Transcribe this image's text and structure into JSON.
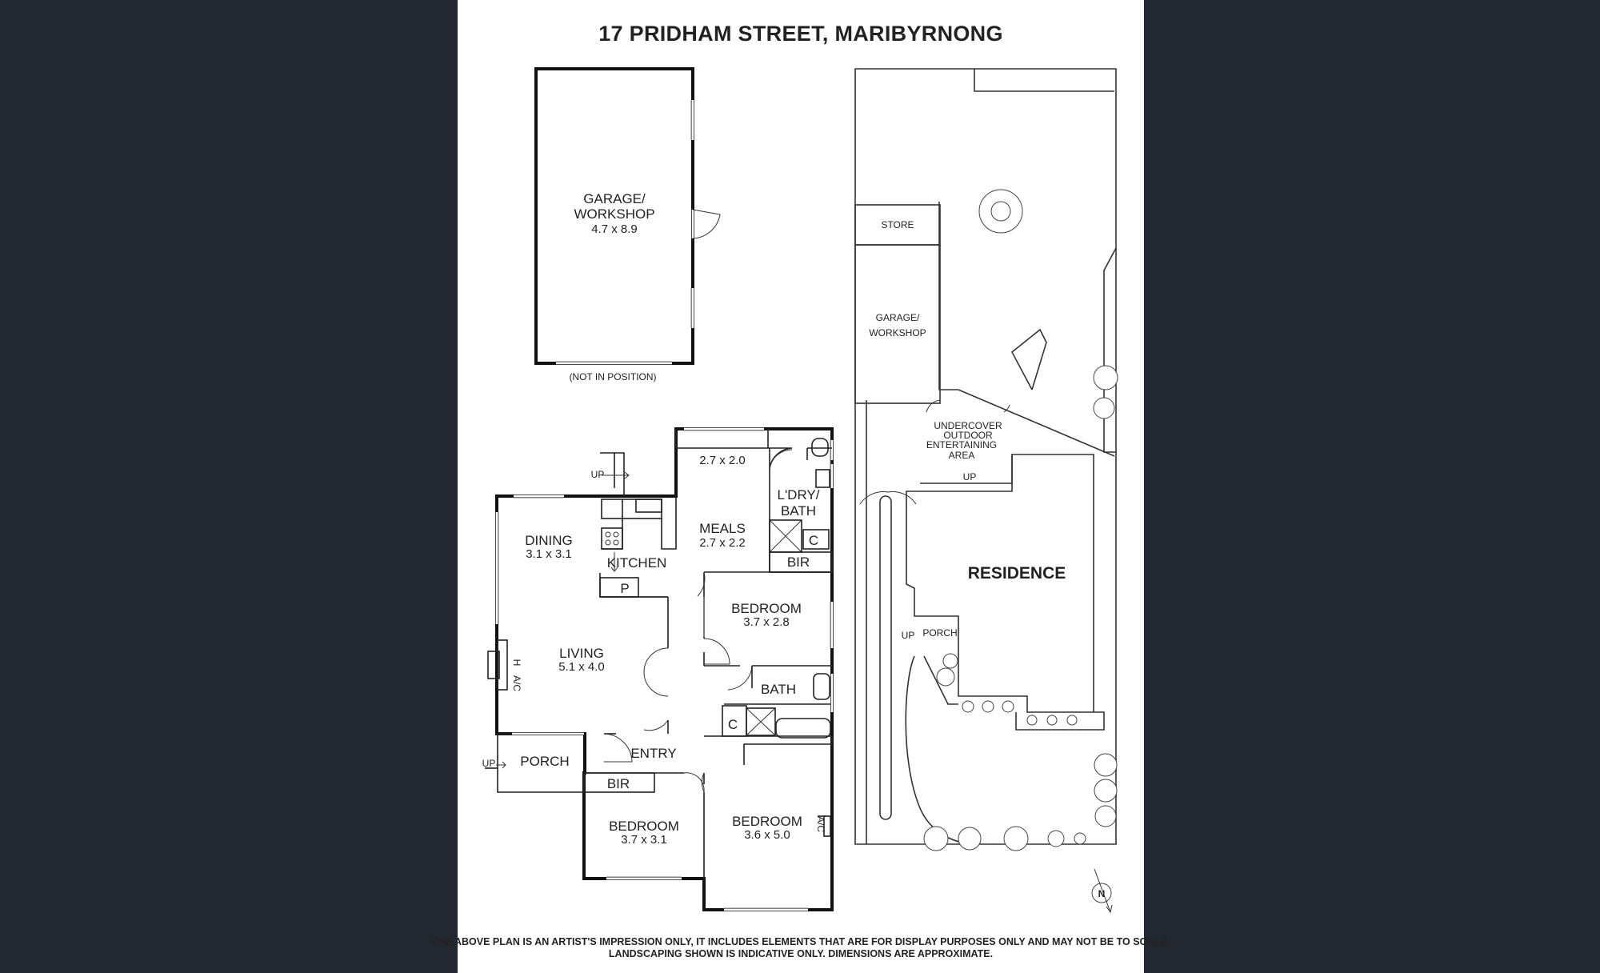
{
  "title": "17 PRIDHAM STREET, MARIBYRNONG",
  "garage": {
    "name": "GARAGE/",
    "name2": "WORKSHOP",
    "dim": "4.7 x 8.9",
    "note": "(NOT IN POSITION)"
  },
  "rooms": {
    "unnamed_dim": "2.7 x 2.0",
    "laundry": "L'DRY/",
    "laundry2": "BATH",
    "meals": "MEALS",
    "meals_dim": "2.7 x 2.2",
    "dining": "DINING",
    "dining_dim": "3.1 x 3.1",
    "kitchen": "KITCHEN",
    "pantry": "P",
    "cupboard1": "C",
    "bir1": "BIR",
    "bedroom1": "BEDROOM",
    "bedroom1_dim": "3.7 x 2.8",
    "living": "LIVING",
    "living_dim": "5.1 x 4.0",
    "bath": "BATH",
    "cupboard2": "C",
    "entry": "ENTRY",
    "porch": "PORCH",
    "bir2": "BIR",
    "bedroom2": "BEDROOM",
    "bedroom2_dim": "3.7 x 3.1",
    "bedroom3": "BEDROOM",
    "bedroom3_dim": "3.6 x 5.0",
    "up1": "UP",
    "up2": "UP",
    "ac1": "A/C",
    "h1": "H",
    "ac2": "A/C"
  },
  "site": {
    "store": "STORE",
    "garage": "GARAGE/",
    "garage2": "WORKSHOP",
    "outdoor1": "UNDERCOVER",
    "outdoor2": "OUTDOOR",
    "outdoor3": "ENTERTAINING",
    "outdoor4": "AREA",
    "residence": "RESIDENCE",
    "porch": "PORCH",
    "up": "UP",
    "up2": "UP",
    "north": "N"
  },
  "disclaimer": {
    "line1": "THE ABOVE PLAN IS AN ARTIST'S IMPRESSION ONLY, IT INCLUDES ELEMENTS THAT ARE FOR DISPLAY PURPOSES ONLY AND MAY NOT BE TO SCALE.",
    "line2": "LANDSCAPING SHOWN IS INDICATIVE ONLY. DIMENSIONS ARE APPROXIMATE."
  }
}
